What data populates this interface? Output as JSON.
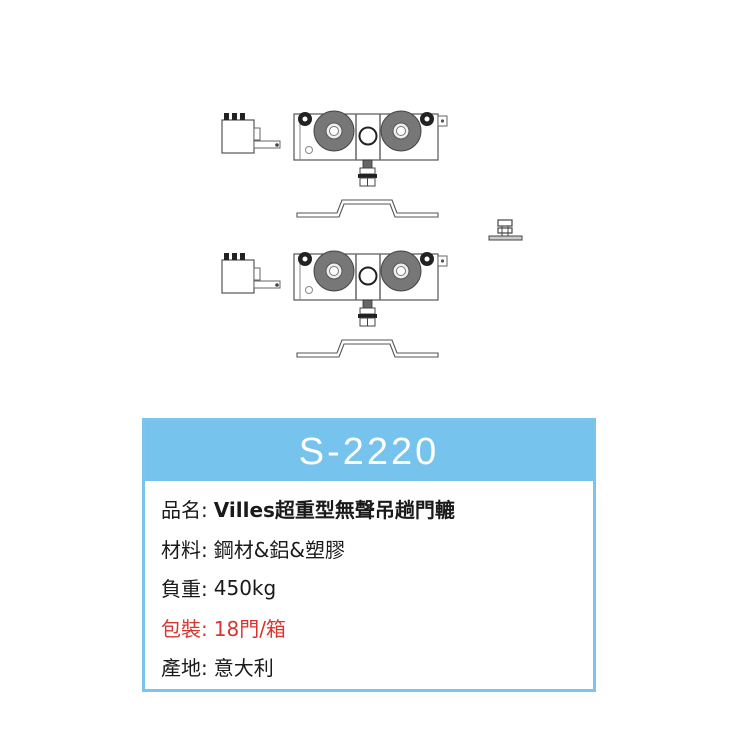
{
  "product": {
    "model": "S-2220",
    "specs": [
      {
        "label": "品名:",
        "value": "Villes超重型無聲吊趟門轆",
        "highlight": false
      },
      {
        "label": "材料:",
        "value": "鋼材&鋁&塑膠",
        "highlight": false
      },
      {
        "label": "負重:",
        "value": "450kg",
        "highlight": false
      },
      {
        "label": "包裝:",
        "value": "18門/箱",
        "highlight": true
      },
      {
        "label": "產地:",
        "value": "意大利",
        "highlight": false
      }
    ]
  },
  "colors": {
    "header_bg": "#76c3ee",
    "border": "#7cc4ec",
    "highlight_text": "#d8352f",
    "text": "#1a1a1a"
  },
  "drawing": {
    "assemblies": [
      "roller-carriage-assembly-top",
      "roller-carriage-assembly-bottom"
    ],
    "extra_part": "guide-stopper"
  }
}
